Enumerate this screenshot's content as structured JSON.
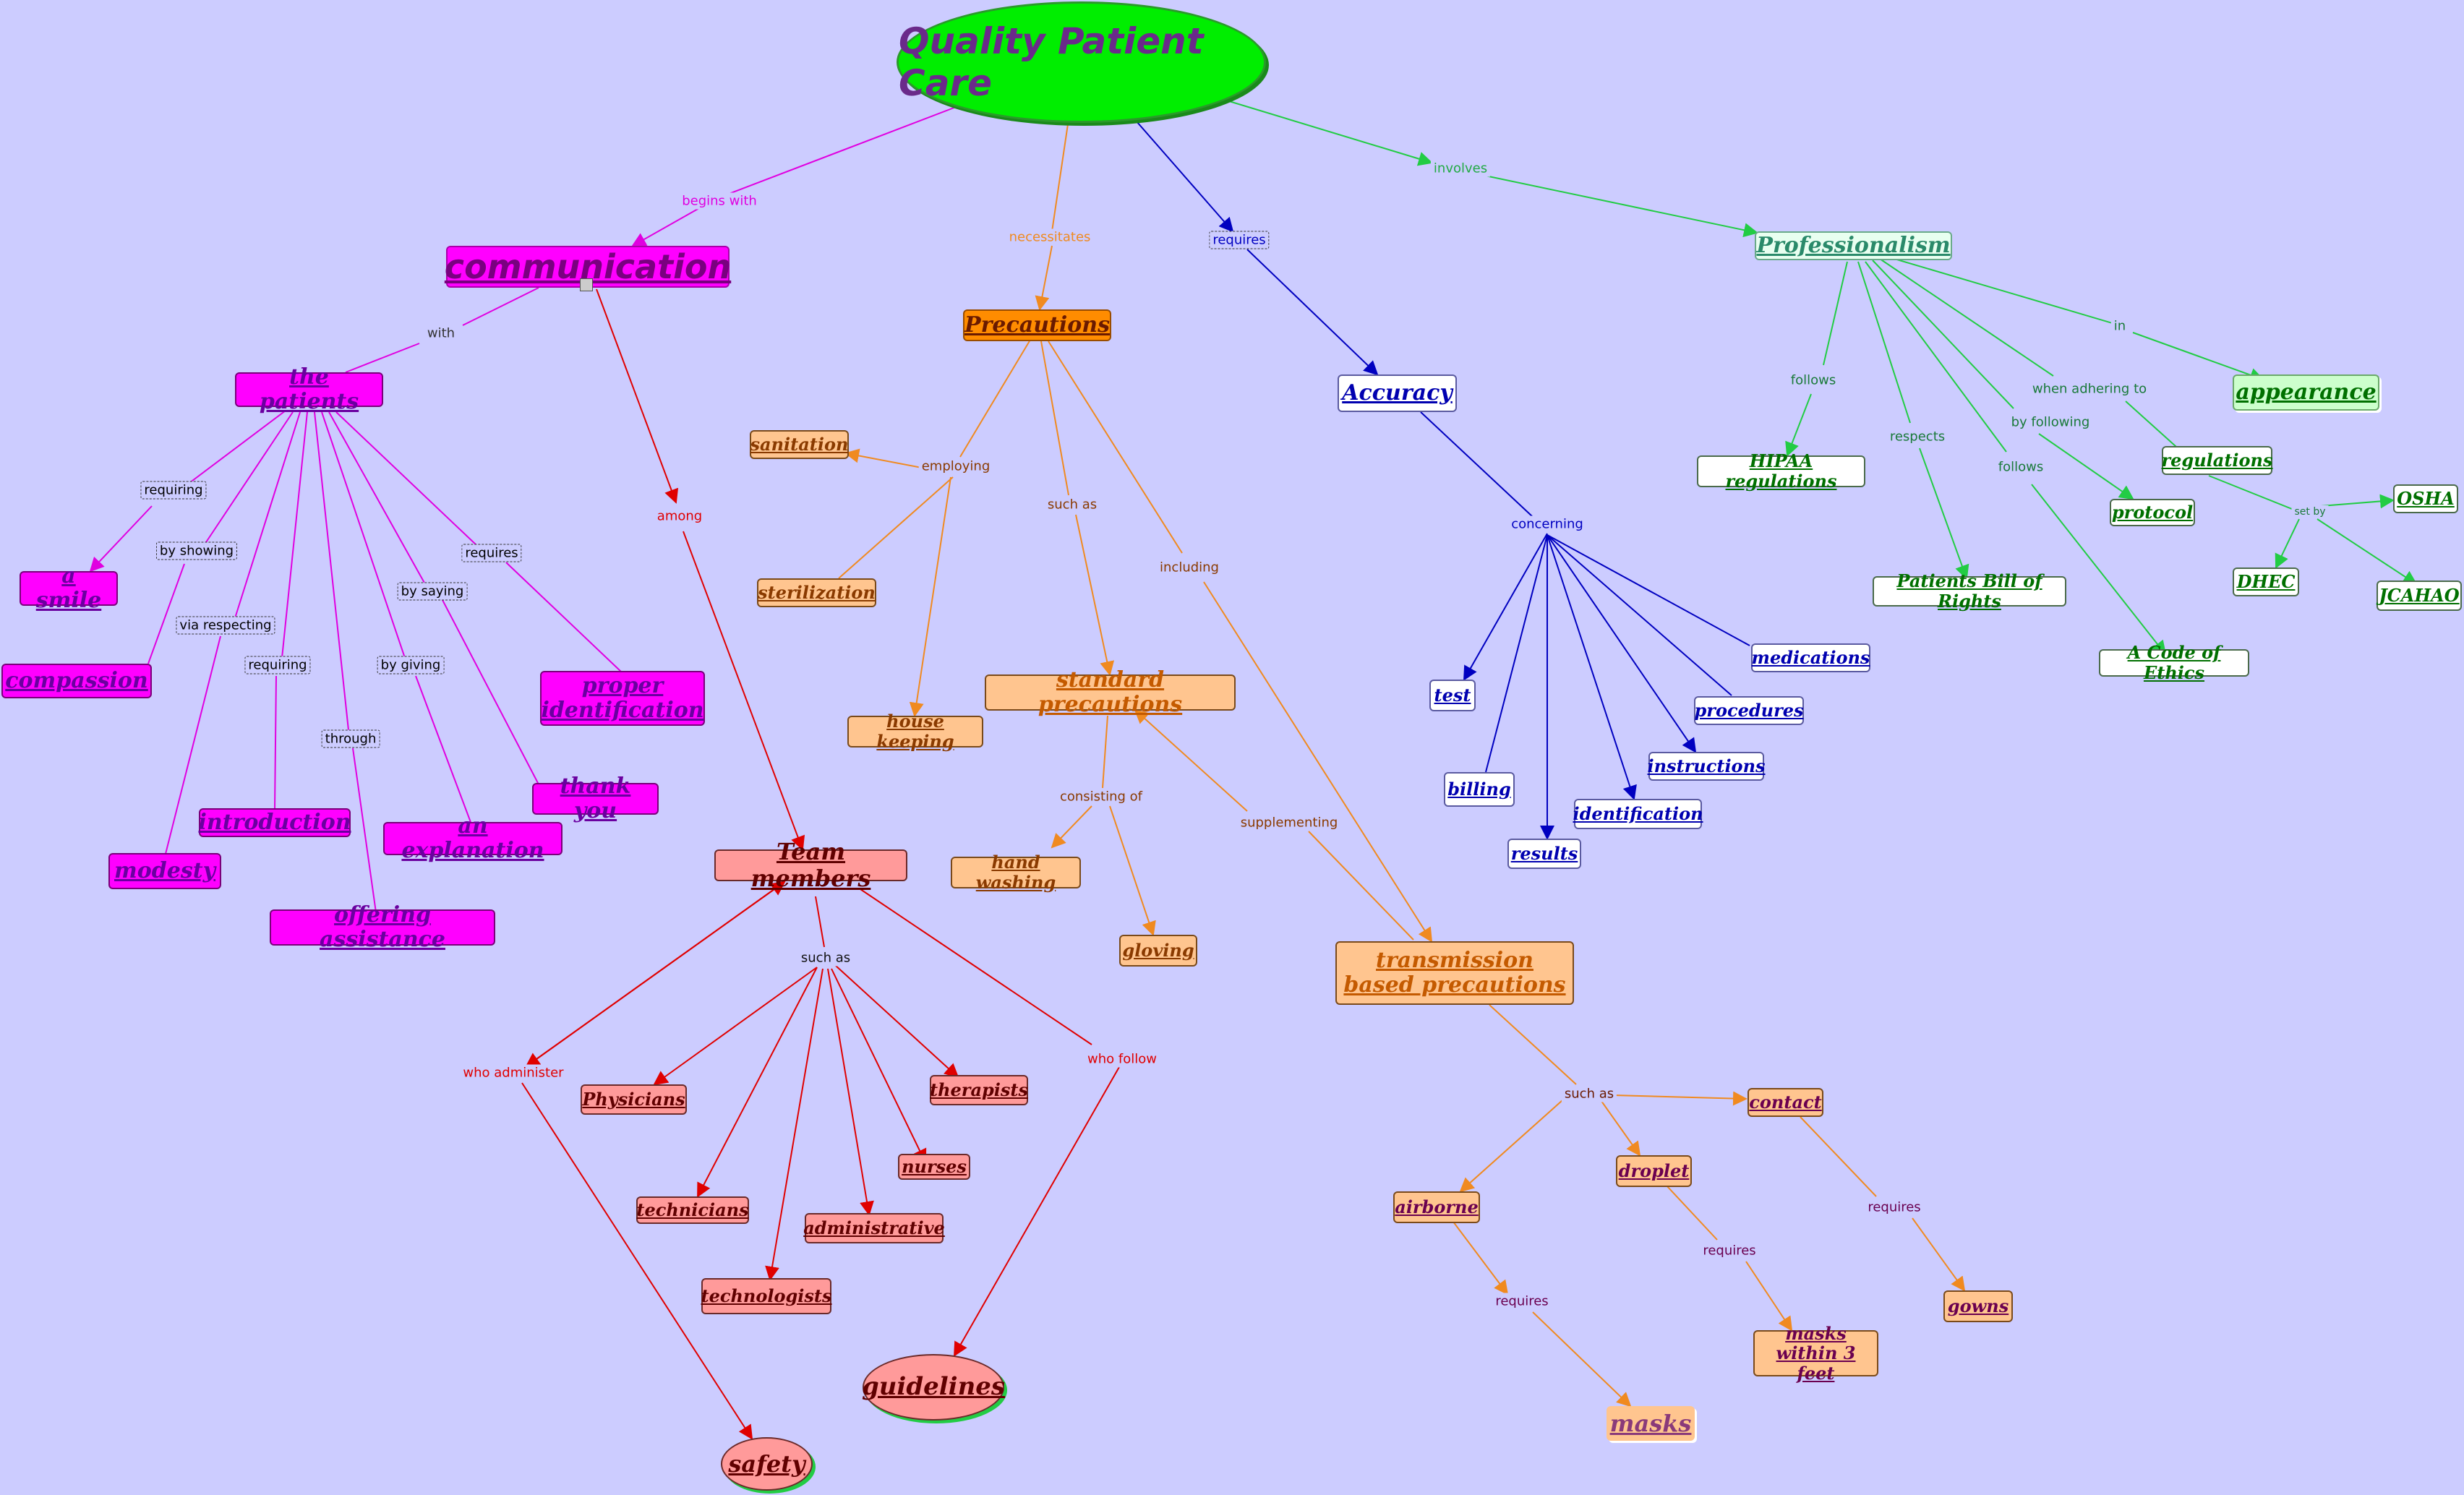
{
  "colors": {
    "background": "#ccccff",
    "root_fill": "#00ee00",
    "root_text": "#6a2a8a",
    "magenta": "#ff00ff",
    "orange": "#ffc58f",
    "salmon": "#ff9a9a",
    "blue": "#0000b0",
    "green": "#00aa22"
  },
  "nodes": {
    "root": "Quality Patient Care",
    "communication": "communication",
    "the_patients": "the patients",
    "a_smile": "a smile",
    "compassion": "compassion",
    "modesty": "modesty",
    "introduction": "introduction",
    "offering_assistance": "offering assistance",
    "an_explanation": "an explanation",
    "thank_you": "thank you",
    "proper_identification": "proper identification",
    "team_members": "Team members",
    "physicians": "Physicians",
    "technicians": "technicians",
    "technologists": "technologists",
    "administrative": "administrative",
    "nurses": "nurses",
    "therapists": "therapists",
    "safety": "safety",
    "guidelines": "guidelines",
    "precautions": "Precautions",
    "sanitation": "sanitation",
    "sterilization": "sterilization",
    "house_keeping": "house keeping",
    "standard_precautions": "standard precautions",
    "hand_washing": "hand washing",
    "gloving": "gloving",
    "transmission_based": "transmission based precautions",
    "airborne": "airborne",
    "droplet": "droplet",
    "contact": "contact",
    "masks": "masks",
    "masks_within": "masks within 3 feet",
    "gowns": "gowns",
    "accuracy": "Accuracy",
    "test": "test",
    "billing": "billing",
    "results": "results",
    "identification": "identification",
    "instructions": "instructions",
    "procedures": "procedures",
    "medications": "medications",
    "professionalism": "Professionalism",
    "hipaa": "HIPAA regulations",
    "patients_bill": "Patients Bill of Rights",
    "code_of_ethics": "A Code of Ethics",
    "protocol": "protocol",
    "regulations": "regulations",
    "appearance": "appearance",
    "osha": "OSHA",
    "dhec": "DHEC",
    "jcahao": "JCAHAO"
  },
  "links": {
    "begins_with": "begins with",
    "necessitates": "necessitates",
    "requires": "requires",
    "involves": "involves",
    "with": "with",
    "among": "among",
    "requiring_1": "requiring",
    "by_showing": "by showing",
    "via_respecting": "via respecting",
    "requiring_2": "requiring",
    "through": "through",
    "by_giving": "by giving",
    "by_saying": "by saying",
    "requires_pt": "requires",
    "such_as_team": "such as",
    "who_administer": "who administer",
    "who_follow": "who follow",
    "employing": "employing",
    "such_as_prec": "such as",
    "including": "including",
    "consisting_of": "consisting of",
    "supplementing": "supplementing",
    "such_as_tbp": "such as",
    "requires_air": "requires",
    "requires_drop": "requires",
    "requires_cont": "requires",
    "concerning": "concerning",
    "follows_1": "follows",
    "respects": "respects",
    "follows_2": "follows",
    "by_following": "by following",
    "when_adhering_to": "when adhering to",
    "in": "in",
    "set_by": "set by"
  }
}
